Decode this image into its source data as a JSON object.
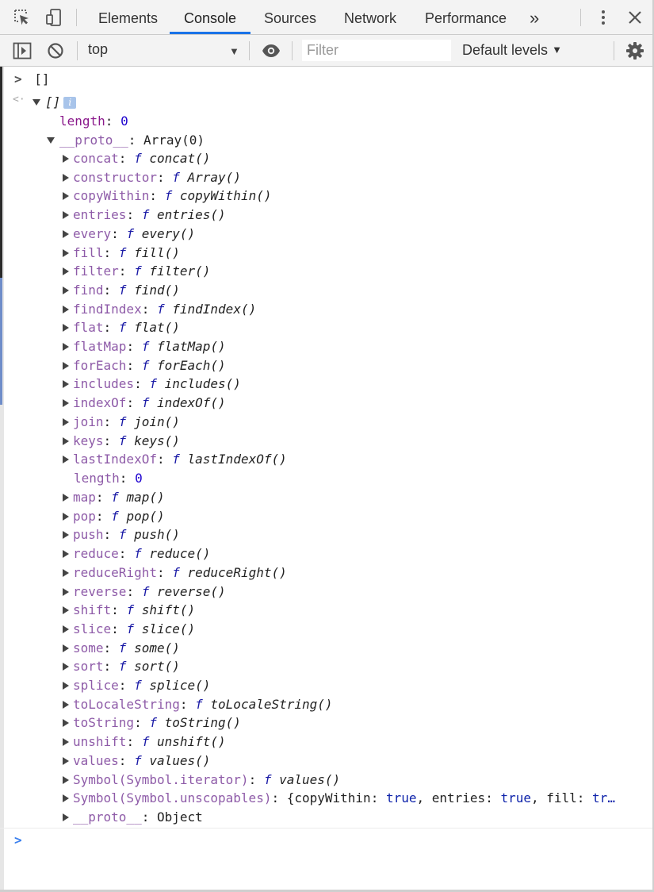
{
  "toolbar_top": {
    "tabs": [
      {
        "label": "Elements",
        "active": false
      },
      {
        "label": "Console",
        "active": true
      },
      {
        "label": "Sources",
        "active": false
      },
      {
        "label": "Network",
        "active": false
      },
      {
        "label": "Performance",
        "active": false
      }
    ],
    "more_tabs": "»",
    "icons": [
      "inspect-element-icon",
      "device-toggle-icon",
      "more-options-icon",
      "close-icon"
    ]
  },
  "console_toolbar": {
    "context": "top",
    "filter_placeholder": "Filter",
    "filter_value": "",
    "levels": "Default levels",
    "levels_arrow": "▼",
    "context_arrow": "▼",
    "icons": [
      "sidebar-toggle-icon",
      "clear-console-icon",
      "eye-icon",
      "gear-icon"
    ]
  },
  "console": {
    "input_prompt": ">",
    "input": "[]",
    "result_prompt": "<·",
    "result": "[]",
    "info_badge": "i",
    "length_key": "length",
    "length_value": "0",
    "proto_key": "__proto__",
    "proto_value": "Array(0)",
    "f_glyph": "f",
    "proto_entries": [
      {
        "key": "concat",
        "fn": "concat()"
      },
      {
        "key": "constructor",
        "fn": "Array()"
      },
      {
        "key": "copyWithin",
        "fn": "copyWithin()"
      },
      {
        "key": "entries",
        "fn": "entries()"
      },
      {
        "key": "every",
        "fn": "every()"
      },
      {
        "key": "fill",
        "fn": "fill()"
      },
      {
        "key": "filter",
        "fn": "filter()"
      },
      {
        "key": "find",
        "fn": "find()"
      },
      {
        "key": "findIndex",
        "fn": "findIndex()"
      },
      {
        "key": "flat",
        "fn": "flat()"
      },
      {
        "key": "flatMap",
        "fn": "flatMap()"
      },
      {
        "key": "forEach",
        "fn": "forEach()"
      },
      {
        "key": "includes",
        "fn": "includes()"
      },
      {
        "key": "indexOf",
        "fn": "indexOf()"
      },
      {
        "key": "join",
        "fn": "join()"
      },
      {
        "key": "keys",
        "fn": "keys()"
      },
      {
        "key": "lastIndexOf",
        "fn": "lastIndexOf()"
      }
    ],
    "proto_length_key": "length",
    "proto_length_value": "0",
    "proto_entries_2": [
      {
        "key": "map",
        "fn": "map()"
      },
      {
        "key": "pop",
        "fn": "pop()"
      },
      {
        "key": "push",
        "fn": "push()"
      },
      {
        "key": "reduce",
        "fn": "reduce()"
      },
      {
        "key": "reduceRight",
        "fn": "reduceRight()"
      },
      {
        "key": "reverse",
        "fn": "reverse()"
      },
      {
        "key": "shift",
        "fn": "shift()"
      },
      {
        "key": "slice",
        "fn": "slice()"
      },
      {
        "key": "some",
        "fn": "some()"
      },
      {
        "key": "sort",
        "fn": "sort()"
      },
      {
        "key": "splice",
        "fn": "splice()"
      },
      {
        "key": "toLocaleString",
        "fn": "toLocaleString()"
      },
      {
        "key": "toString",
        "fn": "toString()"
      },
      {
        "key": "unshift",
        "fn": "unshift()"
      },
      {
        "key": "values",
        "fn": "values()"
      },
      {
        "key": "Symbol(Symbol.iterator)",
        "fn": "values()"
      }
    ],
    "unscopables_key": "Symbol(Symbol.unscopables)",
    "unscopables_value": {
      "open": "{",
      "k1": "copyWithin",
      "v1": "true",
      "k2": "entries",
      "v2": "true",
      "k3": "fill",
      "v3": "tr…"
    },
    "object_proto_key": "__proto__",
    "object_proto_value": "Object",
    "empty_prompt": ">"
  },
  "colors": {
    "active_tab_underline": "#1a73e8",
    "prompt_blue": "#3b80ee",
    "property_key": "#8e5ba8",
    "number": "#1c00cf"
  }
}
